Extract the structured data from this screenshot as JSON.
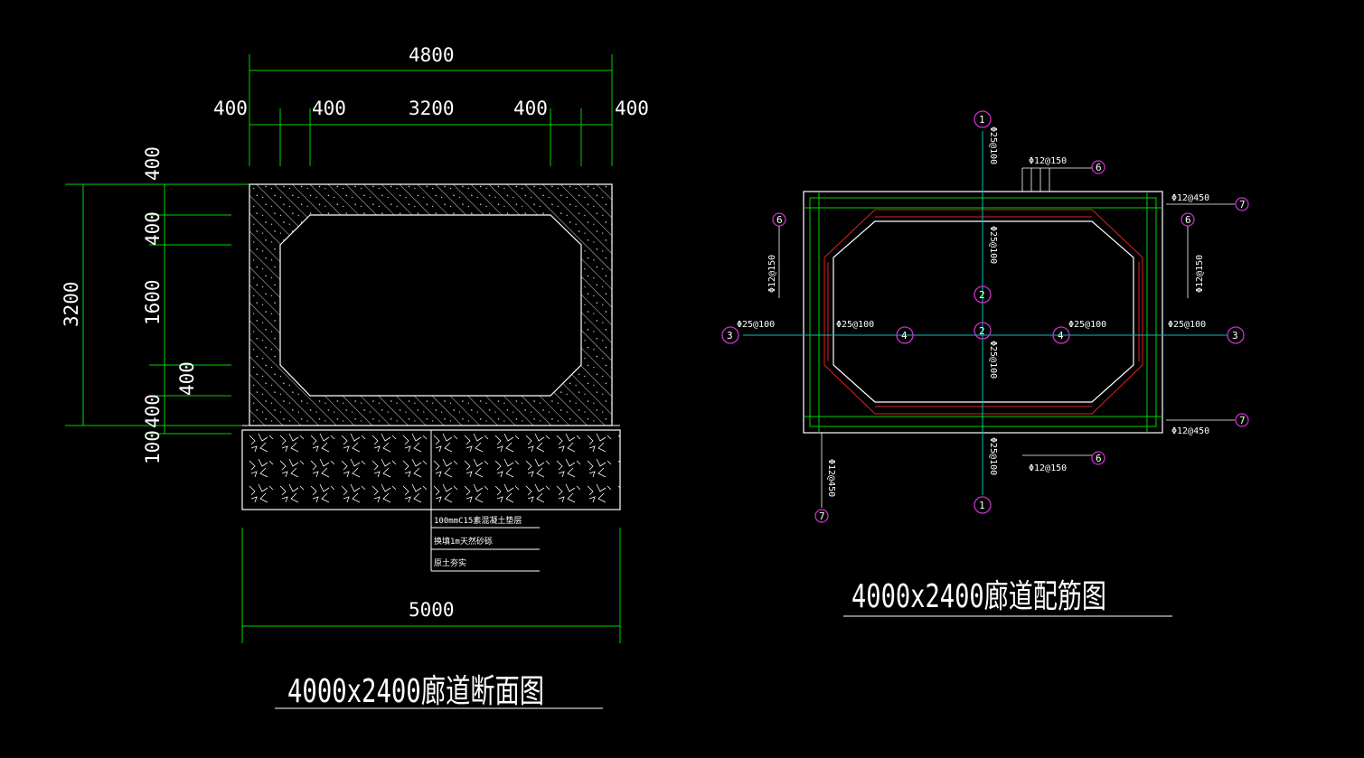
{
  "colors": {
    "background": "#000000",
    "dimension_line": "#00d400",
    "outline": "#ffffff",
    "rebar": "#e02020",
    "rebar_bars": "#ffffff",
    "axis": "#00c0c0",
    "bubble": "#c832c8"
  },
  "section": {
    "title": "4000x2400廊道断面图",
    "top_overall": "4800",
    "top_segments": [
      "400",
      "400",
      "3200",
      "400",
      "400"
    ],
    "left_overall": "3200",
    "left_segments": [
      "400",
      "400",
      "1600",
      "400",
      "400",
      "100"
    ],
    "bottom_overall": "5000",
    "notes": [
      "100mmC15素混凝土垫层",
      "换填1m天然砂砾",
      "原土夯实"
    ]
  },
  "rebar": {
    "title": "4000x2400廊道配筋图",
    "labels": {
      "top_vertical": "Φ25@100",
      "top_inner_vertical": "Φ25@100",
      "bottom_inner_vertical": "Φ25@100",
      "bottom_vertical": "Φ25@100",
      "top_haunch": "Φ12@150",
      "bottom_haunch": "Φ12@150",
      "dist_top": "Φ12@450",
      "dist_bottom": "Φ12@450",
      "dist_left": "Φ12@450",
      "left_haunch": "Φ12@150",
      "right_haunch": "Φ12@150",
      "left_outer": "Φ25@100",
      "left_inner": "Φ25@100",
      "right_inner": "Φ25@100",
      "right_outer": "Φ25@100"
    },
    "bubbles": {
      "top": "1",
      "bottom": "1",
      "center_top": "2",
      "center_bottom": "2",
      "left_outer": "3",
      "right_outer": "3",
      "left_inner": "4",
      "right_inner": "4",
      "haunch_top": "6",
      "haunch_bottom": "6",
      "haunch_left": "6",
      "haunch_right": "6",
      "dist_top": "7",
      "dist_bottom": "7",
      "dist_left": "7"
    }
  }
}
